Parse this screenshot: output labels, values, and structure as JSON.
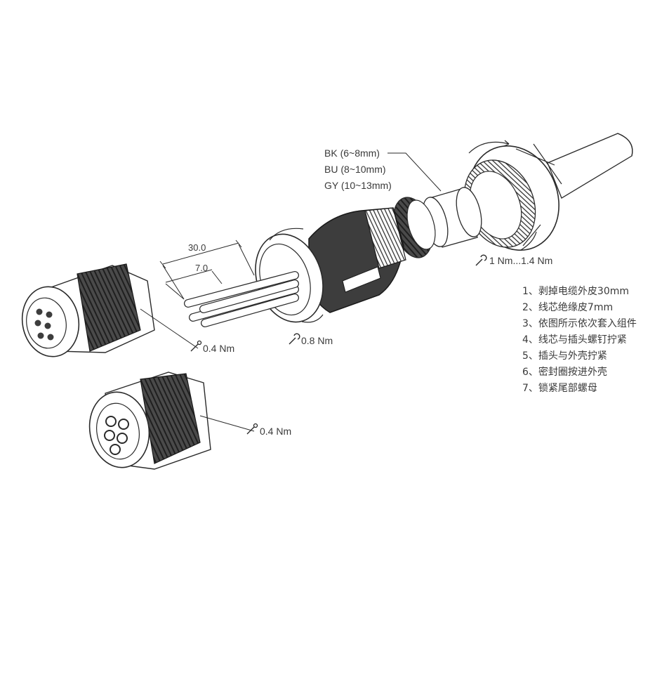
{
  "dimensions": {
    "strip_length": "30.0",
    "insulation_length": "7.0"
  },
  "cable_sizes": [
    "BK (6~8mm)",
    "BU (8~10mm)",
    "GY (10~13mm)"
  ],
  "torques": {
    "nut_large": "1 Nm...1.4 Nm",
    "housing": "0.8 Nm",
    "insert_male": "0.4 Nm",
    "insert_female": "0.4 Nm"
  },
  "steps": [
    "1、剥掉电缆外皮30mm",
    "2、线芯绝缘皮7mm",
    "3、依图所示依次套入组件",
    "4、线芯与插头螺钉拧紧",
    "5、插头与外壳拧紧",
    "6、密封圈按进外壳",
    "7、锁紧尾部螺母"
  ],
  "colors": {
    "line": "#2a2a2a",
    "dark_part": "#3d3d3d",
    "mid_part": "#6b6b6b",
    "light": "#ffffff"
  },
  "icons": [
    "wrench-icon",
    "torque-screwdriver-icon"
  ]
}
